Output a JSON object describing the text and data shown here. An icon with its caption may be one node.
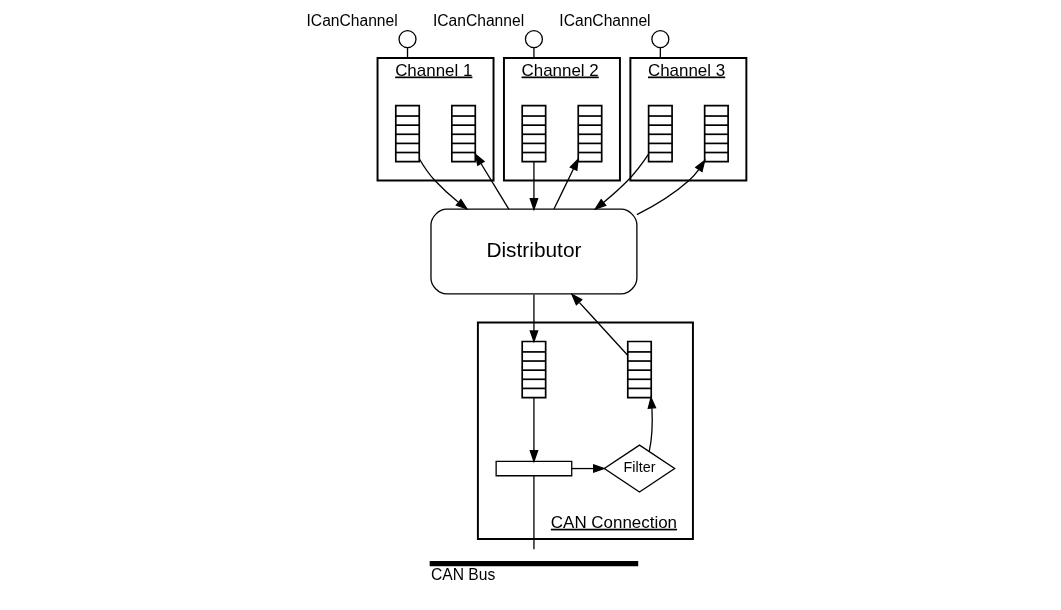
{
  "diagram": {
    "nodes": [
      {
        "text": [],
        "shape": "circle",
        "beside": [
          "ICanChannel"
        ]
      },
      {
        "text": [],
        "shape": "circle",
        "beside": [
          "ICanChannel"
        ]
      },
      {
        "text": [],
        "shape": "circle",
        "beside": [
          "ICanChannel"
        ]
      },
      {
        "text": [
          "Channel 1"
        ]
      },
      {
        "text": [],
        "shape": "box",
        "in": 3
      },
      {
        "text": [],
        "shape": "box",
        "in": 3
      },
      {
        "text": [
          "Channel 2"
        ]
      },
      {
        "text": [],
        "shape": "box",
        "in": 6
      },
      {
        "text": [],
        "shape": "box",
        "in": 6
      },
      {
        "text": [
          "Channel 3"
        ]
      },
      {
        "text": [],
        "shape": "box",
        "in": 9
      },
      {
        "text": [],
        "shape": "box",
        "in": 9
      },
      {
        "text": [
          "Distributor"
        ]
      },
      {
        "text": [
          "CAN Connection"
        ]
      },
      {
        "text": [],
        "shape": "box",
        "in": 13
      },
      {
        "text": [],
        "shape": "box",
        "in": 13
      },
      {
        "text": [
          "Filter"
        ],
        "in": 13
      },
      {
        "text": [],
        "shape": "bar",
        "in": 13
      },
      {
        "text": [
          "CAN Bus"
        ]
      }
    ],
    "edges": [
      {
        "from": 0,
        "to": 3,
        "arrow": "none"
      },
      {
        "from": 1,
        "to": 6,
        "arrow": "none"
      },
      {
        "from": 2,
        "to": 9,
        "arrow": "none"
      },
      {
        "from": 4,
        "to": 12,
        "arrow": "to"
      },
      {
        "from": 12,
        "to": 5,
        "arrow": "to"
      },
      {
        "from": 7,
        "to": 12,
        "arrow": "to"
      },
      {
        "from": 12,
        "to": 8,
        "arrow": "to"
      },
      {
        "from": 10,
        "to": 12,
        "arrow": "to"
      },
      {
        "from": 12,
        "to": 11,
        "arrow": "to"
      },
      {
        "from": 12,
        "to": 14,
        "arrow": "to"
      },
      {
        "from": 14,
        "to": 17,
        "arrow": "to"
      },
      {
        "from": 17,
        "to": 16,
        "arrow": "to"
      },
      {
        "from": 16,
        "to": 15,
        "arrow": "to"
      },
      {
        "from": 15,
        "to": 12,
        "arrow": "to"
      },
      {
        "from": 17,
        "to": 18,
        "arrow": "none"
      }
    ]
  }
}
